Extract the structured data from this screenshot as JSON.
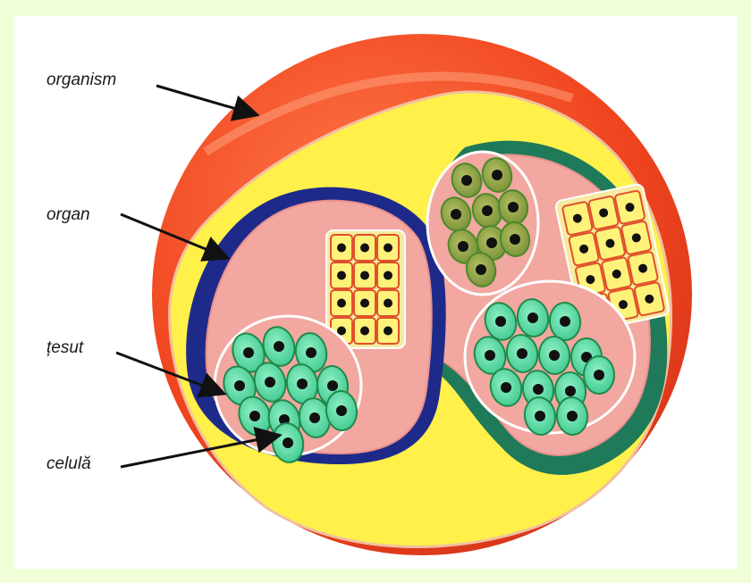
{
  "colors": {
    "page_border": "#f0ffd8",
    "background": "#ffffff",
    "organism": "#f04a2a",
    "organism_inner": "#fff04a",
    "organ_tube_blue": "#1e2a8a",
    "organ_tube_green": "#1f7a5a",
    "tissue_pink": "#f2a7a0",
    "cell_green": "#5fdca8",
    "cell_olive": "#8fa24a",
    "cell_yellow": "#fff27a"
  },
  "labels": {
    "organism": "organism",
    "organ": "organ",
    "tissue": "țesut",
    "cell": "celulă"
  }
}
